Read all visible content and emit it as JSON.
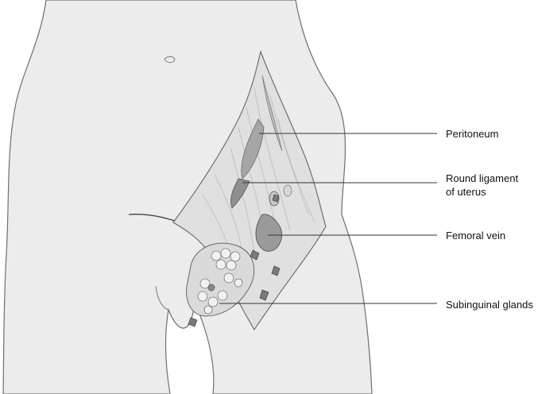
{
  "labels": {
    "peritoneum": "Peritoneum",
    "round_ligament_line1": "Round ligament",
    "round_ligament_line2": "of uterus",
    "femoral_vein": "Femoral vein",
    "subinguinal_glands": "Subinguinal glands"
  },
  "colors": {
    "skin": "#ebebeb",
    "outline": "#6f6f6f",
    "incision_fill": "#dcdcdc",
    "structure_dark": "#9a9a9a",
    "leader_line": "#333333"
  }
}
